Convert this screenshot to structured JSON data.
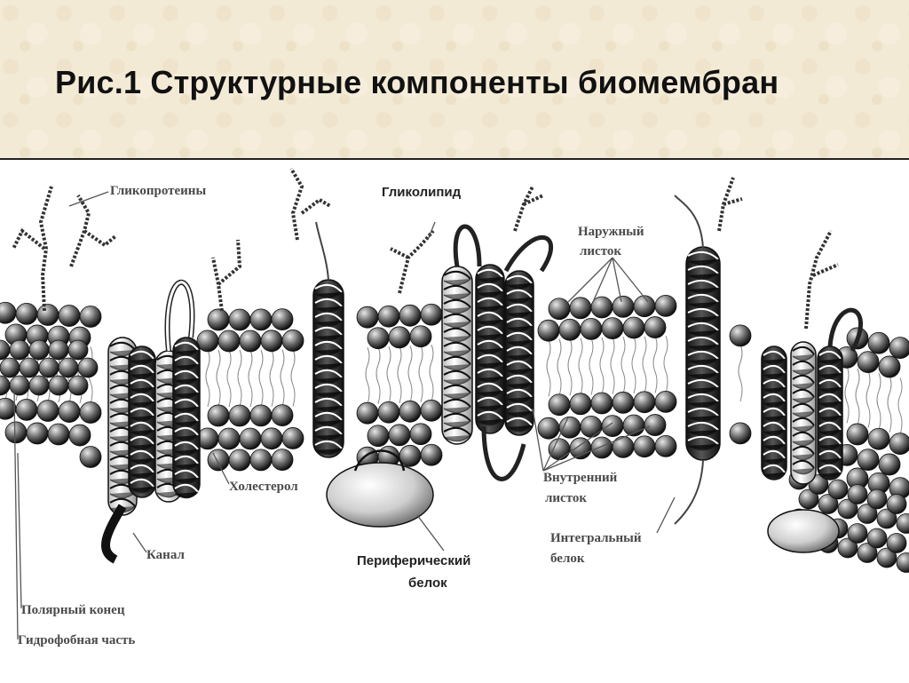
{
  "slide": {
    "title": "Рис.1 Структурные компоненты биомембран"
  },
  "figure": {
    "labels": {
      "glycoproteins": "Гликопротеины",
      "glycolipid": "Гликолипид",
      "outer_leaflet_1": "Наружный",
      "outer_leaflet_2": "листок",
      "cholesterol": "Холестерол",
      "inner_leaflet_1": "Внутренний",
      "inner_leaflet_2": "листок",
      "integral_protein_1": "Интегральный",
      "integral_protein_2": "белок",
      "channel": "Канал",
      "peripheral_protein_1": "Периферический",
      "peripheral_protein_2": "белок",
      "polar_head": "Полярный конец",
      "hydrophobic_part": "Гидрофобная часть"
    }
  }
}
